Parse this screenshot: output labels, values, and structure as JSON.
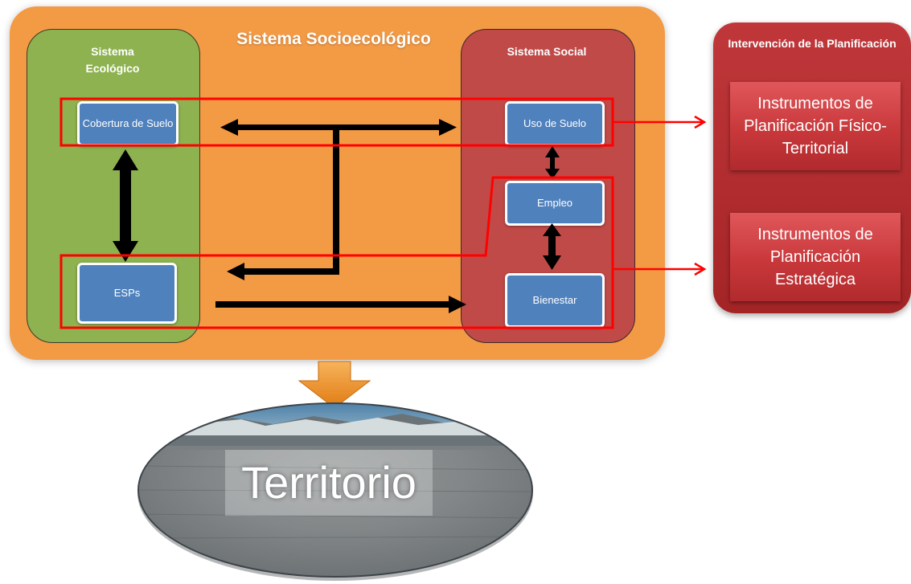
{
  "diagram": {
    "outer_title": "Sistema Socioecológico",
    "ecological_title": "Sistema Ecológico",
    "social_title": "Sistema Social",
    "planning_title": "Intervención de la Planificación",
    "nodes": {
      "cobertura": "Cobertura de Suelo",
      "esps": "ESPs",
      "uso_suelo": "Uso de Suelo",
      "empleo": "Empleo",
      "bienestar": "Bienestar"
    },
    "instruments": {
      "fisico": "Instrumentos de Planificación Físico-Territorial",
      "estrategica": "Instrumentos de Planificación Estratégica"
    },
    "territory_label": "Territorio"
  },
  "colors": {
    "outer": "#f39a45",
    "ecological": "#8db24f",
    "social": "#c04a48",
    "node": "#4f81bd",
    "highlight": "#ff0000",
    "planning": "#b52c2f"
  }
}
